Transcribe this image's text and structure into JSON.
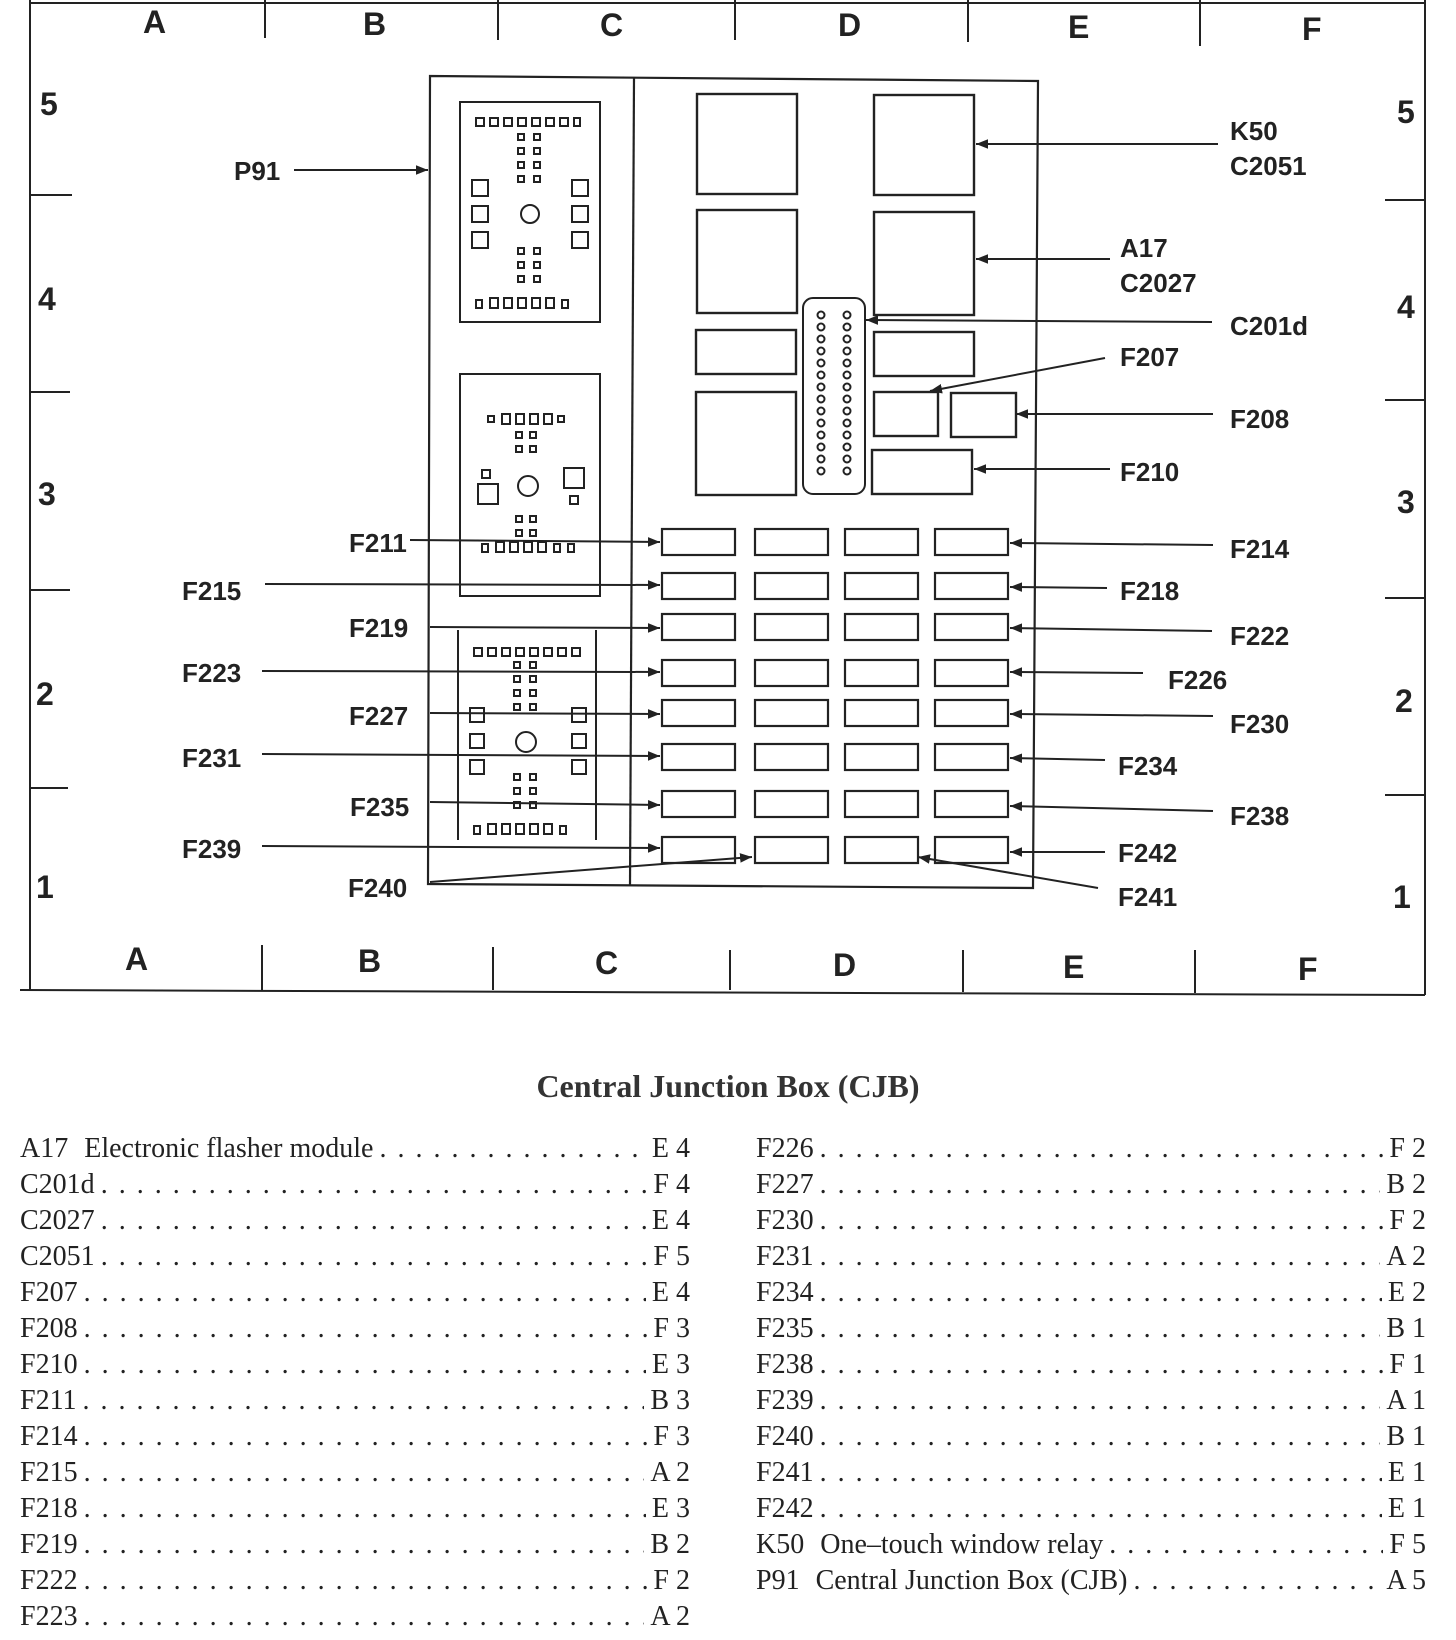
{
  "grid": {
    "columns": [
      "A",
      "B",
      "C",
      "D",
      "E",
      "F"
    ],
    "rows": [
      "5",
      "4",
      "3",
      "2",
      "1"
    ]
  },
  "labels": {
    "p91": "P91",
    "k50": "K50",
    "c2051": "C2051",
    "a17": "A17",
    "c2027": "C2027",
    "c201d": "C201d",
    "f207": "F207",
    "f208": "F208",
    "f210": "F210",
    "f211": "F211",
    "f214": "F214",
    "f215": "F215",
    "f218": "F218",
    "f219": "F219",
    "f222": "F222",
    "f223": "F223",
    "f226": "F226",
    "f227": "F227",
    "f230": "F230",
    "f231": "F231",
    "f234": "F234",
    "f235": "F235",
    "f238": "F238",
    "f239": "F239",
    "f240": "F240",
    "f241": "F241",
    "f242": "F242"
  },
  "title": "Central Junction Box (CJB)",
  "legend_left": [
    {
      "code": "A17",
      "desc": "Electronic flasher module",
      "loc": "E 4"
    },
    {
      "code": "C201d",
      "desc": "",
      "loc": "F 4"
    },
    {
      "code": "C2027",
      "desc": "",
      "loc": "E 4"
    },
    {
      "code": "C2051",
      "desc": "",
      "loc": "F 5"
    },
    {
      "code": "F207",
      "desc": "",
      "loc": "E 4"
    },
    {
      "code": "F208",
      "desc": "",
      "loc": "F 3"
    },
    {
      "code": "F210",
      "desc": "",
      "loc": "E 3"
    },
    {
      "code": "F211",
      "desc": "",
      "loc": "B 3"
    },
    {
      "code": "F214",
      "desc": "",
      "loc": "F 3"
    },
    {
      "code": "F215",
      "desc": "",
      "loc": "A 2"
    },
    {
      "code": "F218",
      "desc": "",
      "loc": "E 3"
    },
    {
      "code": "F219",
      "desc": "",
      "loc": "B 2"
    },
    {
      "code": "F222",
      "desc": "",
      "loc": "F 2"
    },
    {
      "code": "F223",
      "desc": "",
      "loc": "A 2"
    }
  ],
  "legend_right": [
    {
      "code": "F226",
      "desc": "",
      "loc": "F 2"
    },
    {
      "code": "F227",
      "desc": "",
      "loc": "B 2"
    },
    {
      "code": "F230",
      "desc": "",
      "loc": "F 2"
    },
    {
      "code": "F231",
      "desc": "",
      "loc": "A 2"
    },
    {
      "code": "F234",
      "desc": "",
      "loc": "E 2"
    },
    {
      "code": "F235",
      "desc": "",
      "loc": "B 1"
    },
    {
      "code": "F238",
      "desc": "",
      "loc": "F 1"
    },
    {
      "code": "F239",
      "desc": "",
      "loc": "A 1"
    },
    {
      "code": "F240",
      "desc": "",
      "loc": "B 1"
    },
    {
      "code": "F241",
      "desc": "",
      "loc": "E 1"
    },
    {
      "code": "F242",
      "desc": "",
      "loc": "E 1"
    },
    {
      "code": "K50",
      "desc": "One–touch window relay",
      "loc": "F 5"
    },
    {
      "code": "P91",
      "desc": "Central Junction Box (CJB)",
      "loc": "A 5"
    }
  ]
}
